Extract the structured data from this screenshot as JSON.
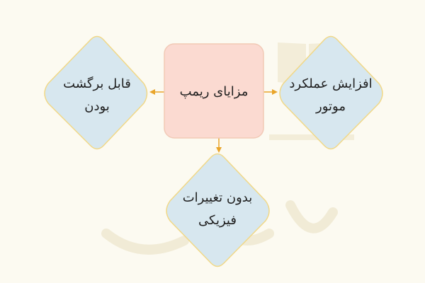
{
  "colors": {
    "background": "#fcfaf1",
    "center_fill": "#fbdad1",
    "center_stroke": "#f1c9b6",
    "diamond_fill": "#d7e7ef",
    "diamond_stroke": "#f1d887",
    "arrow": "#e9a52a",
    "watermark": "#efe9d6"
  },
  "nodes": {
    "center": {
      "label": "مزایای ریمپ"
    },
    "left": {
      "label": "قابل برگشت\nبودن"
    },
    "right": {
      "label": "افزایش عملکرد\nموتور"
    },
    "bottom": {
      "label": "بدون تغییرات\nفیزیکی"
    }
  }
}
